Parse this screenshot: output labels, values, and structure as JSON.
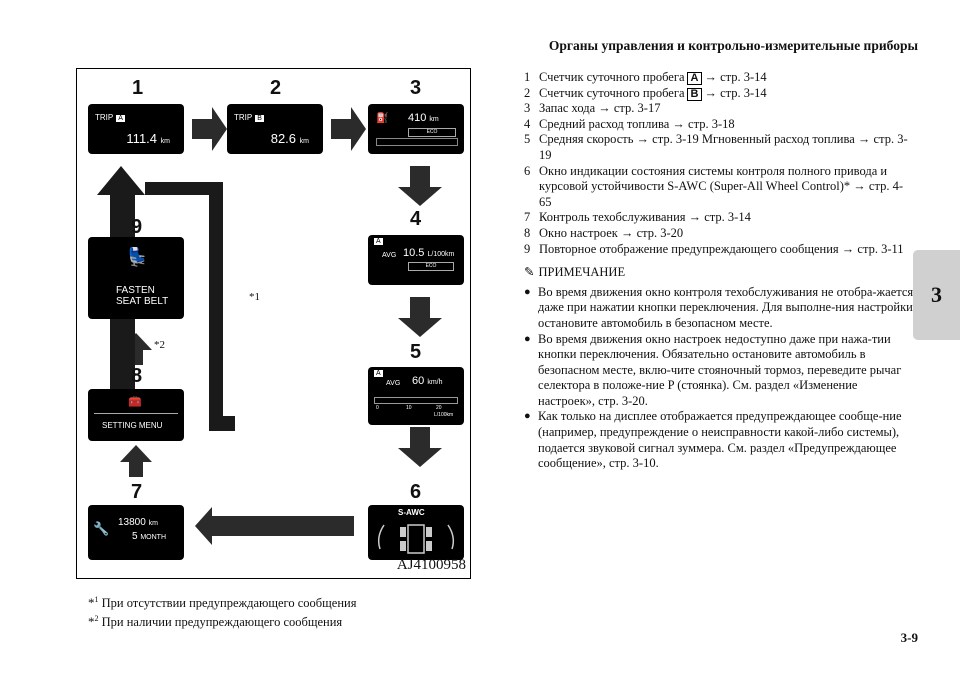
{
  "header": "Органы управления и контрольно-измерительные приборы",
  "page_number": "3-9",
  "chapter_tab": "3",
  "figure": {
    "code": "AJ4100958",
    "screens": {
      "s1": {
        "num": "1",
        "trip": "TRIP",
        "box": "A",
        "value": "111.4",
        "unit": "km"
      },
      "s2": {
        "num": "2",
        "trip": "TRIP",
        "box": "B",
        "value": "82.6",
        "unit": "km"
      },
      "s3": {
        "num": "3",
        "value": "410",
        "unit": "km",
        "eco": "ECO"
      },
      "s4": {
        "num": "4",
        "box": "A",
        "avg": "AVG",
        "value": "10.5",
        "unit": "L/100km",
        "eco": "ECO"
      },
      "s5": {
        "num": "5",
        "box": "A",
        "avg": "AVG",
        "value": "60",
        "unit": "km/h",
        "ticks": [
          "0",
          "10",
          "20"
        ],
        "tick_unit": "L/100km"
      },
      "s6": {
        "num": "6",
        "label": "S-AWC"
      },
      "s7": {
        "num": "7",
        "km": "13800",
        "km_unit": "km",
        "months": "5",
        "month_unit": "MONTH"
      },
      "s8": {
        "num": "8",
        "label": "SETTING MENU"
      },
      "s9": {
        "num": "9",
        "line1": "FASTEN",
        "line2": "SEAT BELT"
      }
    },
    "marker1": "*1",
    "marker2": "*2"
  },
  "footnotes": [
    {
      "mark": "*",
      "sup": "1",
      "text": "При отсутствии предупреждающего сообщения"
    },
    {
      "mark": "*",
      "sup": "2",
      "text": "При наличии предупреждающего сообщения"
    }
  ],
  "list": [
    {
      "n": "1",
      "text": "Счетчик суточного пробега",
      "box": "A",
      "ref": "→ стр. 3-14"
    },
    {
      "n": "2",
      "text": "Счетчик суточного пробега",
      "box": "B",
      "ref": "→ стр. 3-14"
    },
    {
      "n": "3",
      "text": "Запас хода → стр. 3-17"
    },
    {
      "n": "4",
      "text": "Средний расход топлива → стр. 3-18"
    },
    {
      "n": "5",
      "text": "Средняя скорость → стр. 3-19 Мгновенный расход топлива → стр. 3-19"
    },
    {
      "n": "6",
      "text": "Окно индикации состояния системы контроля полного привода и курсовой устойчивости S-AWC (Super-All Wheel Control)* → стр. 4-65"
    },
    {
      "n": "7",
      "text": "Контроль техобслуживания → стр. 3-14"
    },
    {
      "n": "8",
      "text": "Окно настроек → стр. 3-20"
    },
    {
      "n": "9",
      "text": "Повторное отображение предупреждающего сообщения → стр. 3-11"
    }
  ],
  "note_title": "ПРИМЕЧАНИЕ",
  "notes": [
    "Во время движения окно контроля техобслуживания не отобра-жается даже при нажатии кнопки переключения. Для выполне-ния настройки остановите автомобиль в безопасном месте.",
    "Во время движения окно настроек недоступно даже при нажа-тии кнопки переключения. Обязательно остановите автомобиль в безопасном месте, вклю-чите стояночный тормоз, переведите рычаг селектора в положе-ние P (стоянка). См. раздел «Изменение настроек», стр. 3-20.",
    "Как только на дисплее отображается предупреждающее сообще-ние (например, предупреждение о неисправности какой-либо системы), подается звуковой сигнал зуммера. См. раздел «Предупреждающее сообщение», стр. 3-10."
  ]
}
